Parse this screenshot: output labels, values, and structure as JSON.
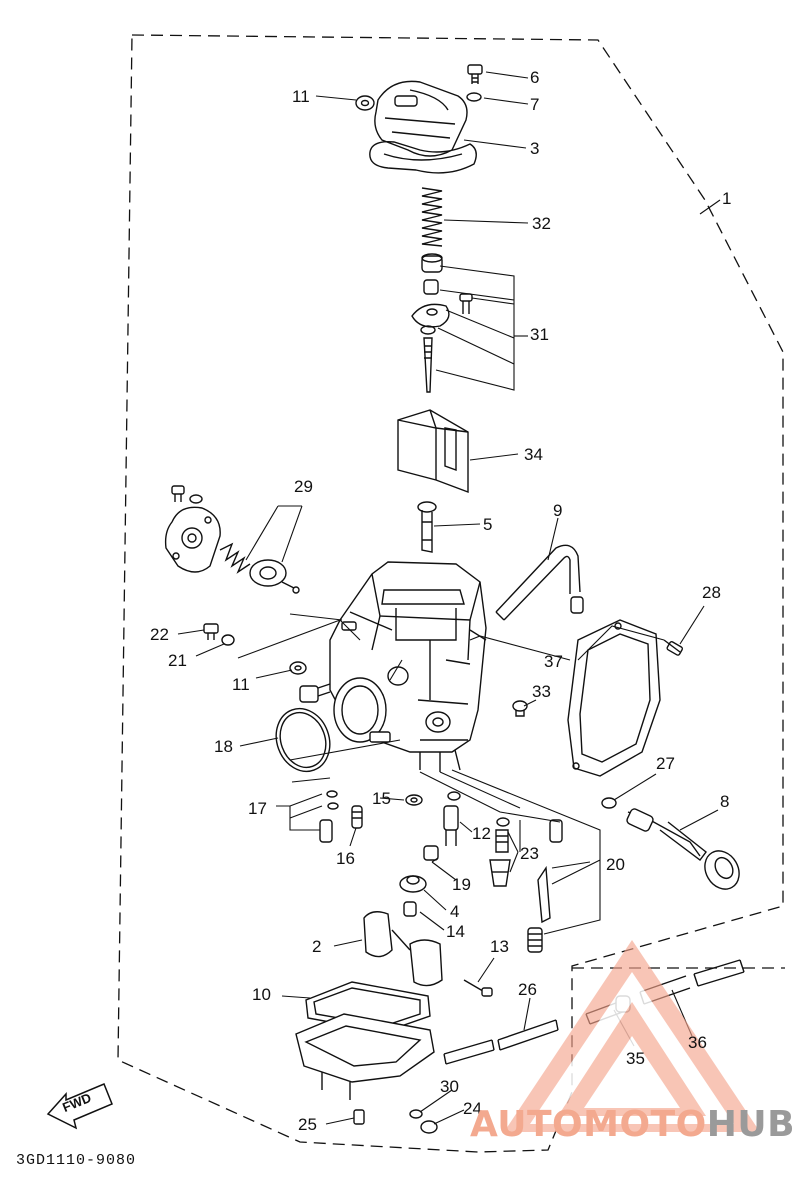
{
  "diagram": {
    "callouts": [
      {
        "id": "c1",
        "text": "1"
      },
      {
        "id": "c2",
        "text": "2"
      },
      {
        "id": "c3",
        "text": "3"
      },
      {
        "id": "c4",
        "text": "4"
      },
      {
        "id": "c5",
        "text": "5"
      },
      {
        "id": "c6",
        "text": "6"
      },
      {
        "id": "c7",
        "text": "7"
      },
      {
        "id": "c8",
        "text": "8"
      },
      {
        "id": "c9",
        "text": "9"
      },
      {
        "id": "c10",
        "text": "10"
      },
      {
        "id": "c11a",
        "text": "11"
      },
      {
        "id": "c11b",
        "text": "11"
      },
      {
        "id": "c12",
        "text": "12"
      },
      {
        "id": "c13",
        "text": "13"
      },
      {
        "id": "c14",
        "text": "14"
      },
      {
        "id": "c15",
        "text": "15"
      },
      {
        "id": "c16",
        "text": "16"
      },
      {
        "id": "c17",
        "text": "17"
      },
      {
        "id": "c18",
        "text": "18"
      },
      {
        "id": "c19",
        "text": "19"
      },
      {
        "id": "c20",
        "text": "20"
      },
      {
        "id": "c21",
        "text": "21"
      },
      {
        "id": "c22",
        "text": "22"
      },
      {
        "id": "c23",
        "text": "23"
      },
      {
        "id": "c24",
        "text": "24"
      },
      {
        "id": "c25",
        "text": "25"
      },
      {
        "id": "c26",
        "text": "26"
      },
      {
        "id": "c27",
        "text": "27"
      },
      {
        "id": "c28",
        "text": "28"
      },
      {
        "id": "c29",
        "text": "29"
      },
      {
        "id": "c30",
        "text": "30"
      },
      {
        "id": "c31",
        "text": "31"
      },
      {
        "id": "c32",
        "text": "32"
      },
      {
        "id": "c33",
        "text": "33"
      },
      {
        "id": "c34",
        "text": "34"
      },
      {
        "id": "c35",
        "text": "35"
      },
      {
        "id": "c36",
        "text": "36"
      },
      {
        "id": "c37",
        "text": "37"
      }
    ],
    "fwd_label": "FWD",
    "drawing_code": "3GD1110-9080"
  },
  "watermark": {
    "part1": "AUTOMOTO",
    "part2": "HUB",
    "icon": "warning-triangle-logo",
    "accent_color": "#f08a6c",
    "gray_color": "#9a9a9a"
  }
}
